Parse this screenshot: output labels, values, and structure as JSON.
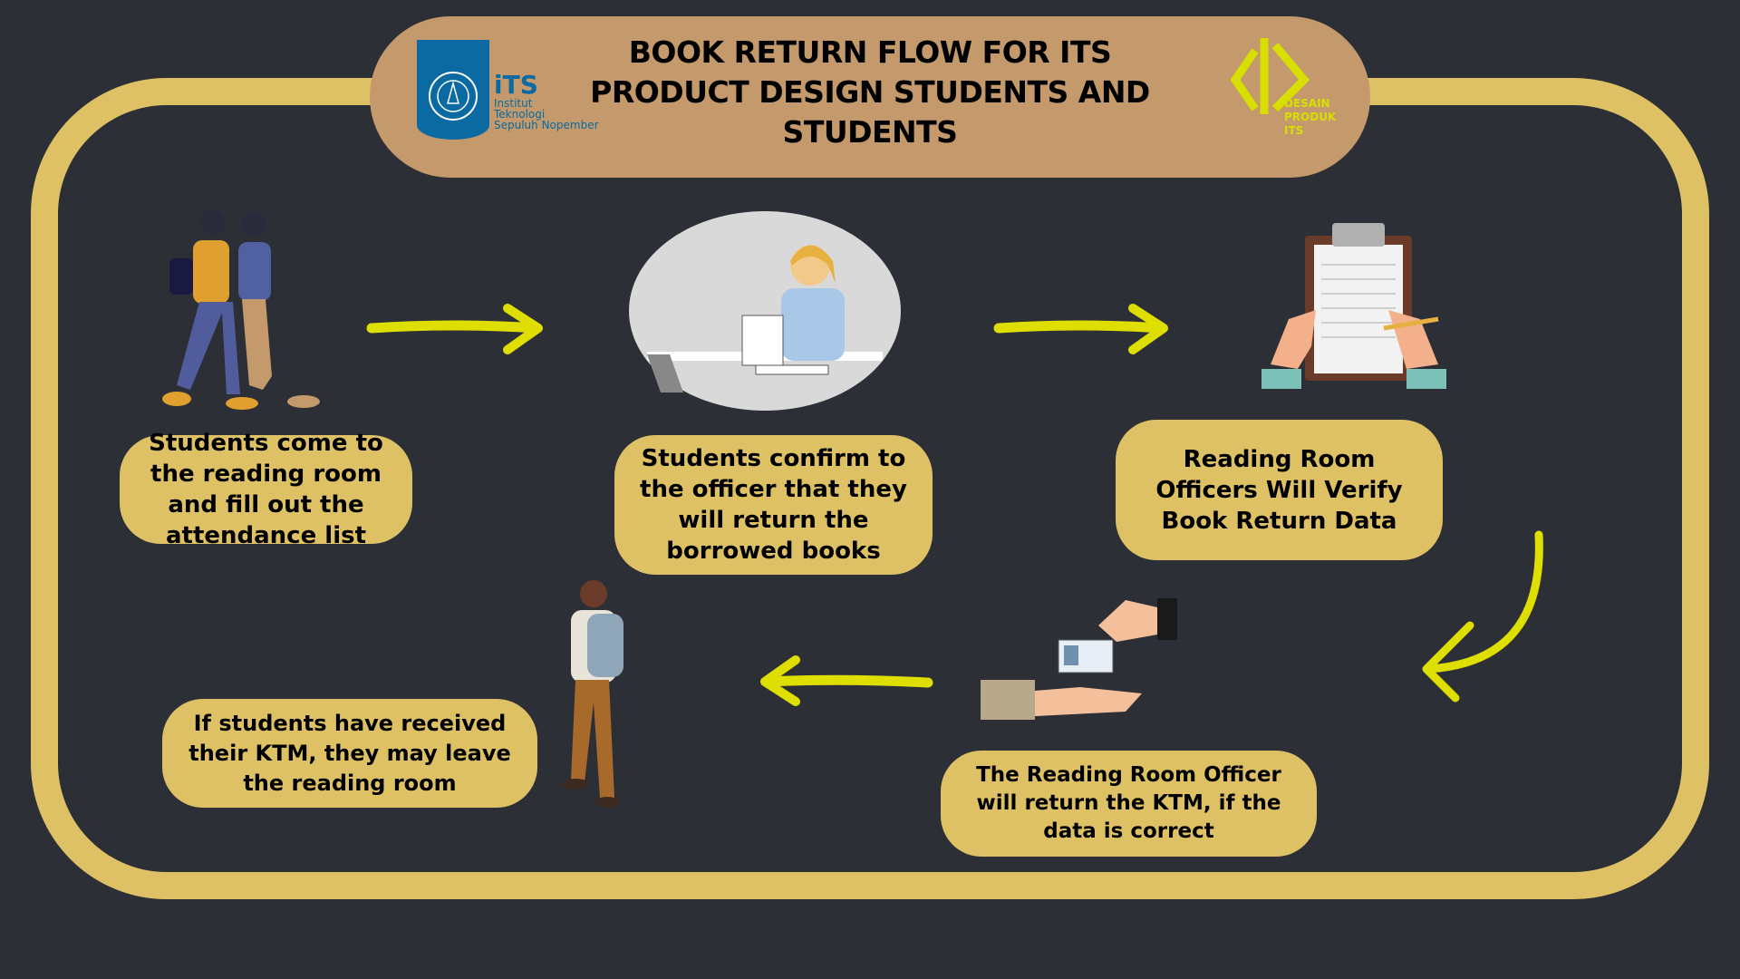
{
  "title": "BOOK RETURN FLOW FOR ITS PRODUCT DESIGN STUDENTS AND STUDENTS",
  "logos": {
    "its": {
      "name": "iTS",
      "lines": [
        "Institut",
        "Teknologi",
        "Sepuluh Nopember"
      ]
    },
    "desain_produk": {
      "lines": [
        "DESAIN",
        "PRODUK",
        "ITS"
      ]
    }
  },
  "steps": [
    {
      "text": "Students come to the reading room and fill out the attendance list"
    },
    {
      "text": "Students confirm to the officer that they will return the borrowed books"
    },
    {
      "text": "Reading Room Officers Will Verify Book Return Data"
    },
    {
      "text": "The Reading Room Officer will return the KTM, if the data is correct"
    },
    {
      "text": "If students have received their KTM, they may leave the reading room"
    }
  ],
  "colors": {
    "background": "#2d2f37",
    "frame": "#dfc165",
    "banner": "#c49a6c",
    "box": "#dfc165",
    "arrow": "#dede00",
    "its_blue": "#0a6aa1"
  }
}
